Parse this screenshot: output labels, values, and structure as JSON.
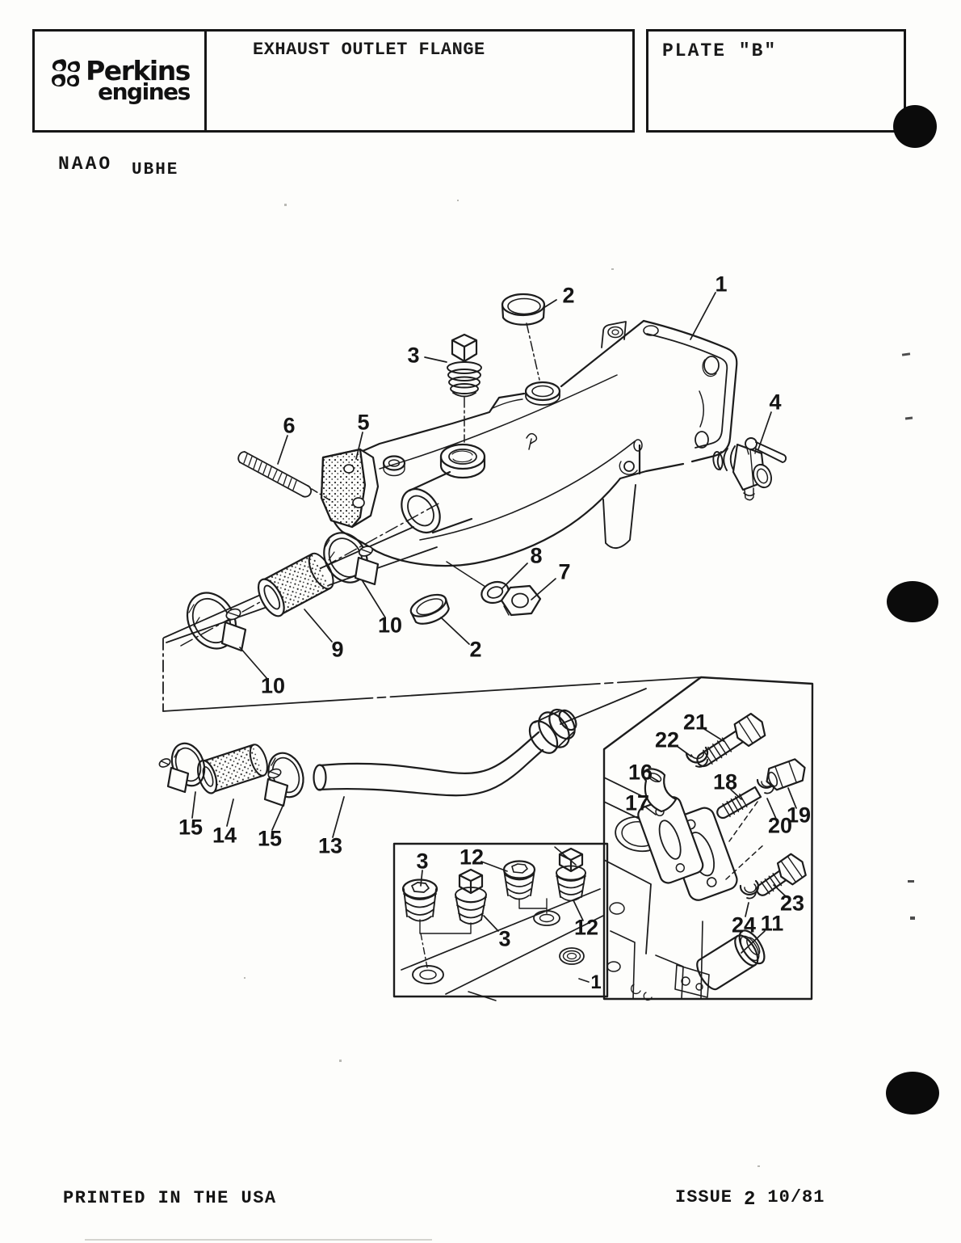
{
  "page": {
    "paper_color": "#fdfdfb",
    "ink_color": "#1a1a1a"
  },
  "header": {
    "logo_line1": "Perkins",
    "logo_line2": "engines",
    "logo_icon": "perkins-quatrefoil-icon",
    "title": "EXHAUST OUTLET FLANGE",
    "plate_label": "PLATE  \"B\""
  },
  "codes": {
    "left": "NAAO",
    "right": "UBHE"
  },
  "footer": {
    "printed_in": "PRINTED IN THE USA",
    "issue_label": "ISSUE",
    "issue_number": "2",
    "issue_date": "10/81"
  },
  "diagram": {
    "type": "exploded-parts-illustration",
    "subject": "Exhaust outlet flange assembly exploded view with numbered part callouts",
    "callouts": [
      "1",
      "2",
      "3",
      "4",
      "5",
      "6",
      "8",
      "7",
      "10",
      "2",
      "9",
      "10",
      "21",
      "22",
      "16",
      "18",
      "17",
      "19",
      "20",
      "15",
      "14",
      "15",
      "13",
      "3",
      "12",
      "12",
      "3",
      "23",
      "24",
      "11",
      "1"
    ]
  }
}
